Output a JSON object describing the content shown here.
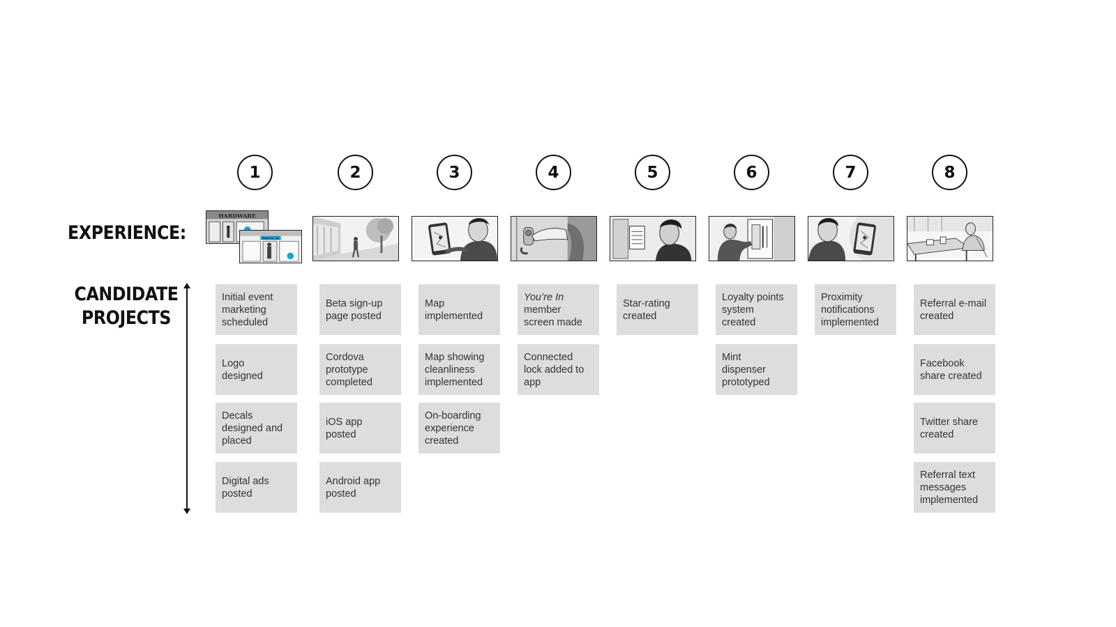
{
  "labels": {
    "experience": "EXPERIENCE:",
    "candidate_line1": "CANDIDATE",
    "candidate_line2": "PROJECTS"
  },
  "colors": {
    "card_bg": "#dcdddf",
    "accent_blue": "#1aa3dd",
    "ink": "#111111"
  },
  "steps": [
    {
      "number": "1",
      "scene": "storefront-hardware-icon",
      "sign_text": "HARDWARE",
      "sign_text_2": "You're In",
      "cards": [
        {
          "lines": [
            "Initial event",
            "marketing",
            "scheduled"
          ]
        },
        {
          "lines": [
            "Logo",
            "designed"
          ]
        },
        {
          "lines": [
            "Decals",
            "designed and",
            "placed"
          ]
        },
        {
          "lines": [
            "Digital ads",
            "posted"
          ]
        }
      ]
    },
    {
      "number": "2",
      "scene": "street-walk-icon",
      "cards": [
        {
          "lines": [
            "Beta sign-up",
            "page posted"
          ]
        },
        {
          "lines": [
            "Cordova",
            "prototype",
            "completed"
          ]
        },
        {
          "lines": [
            "iOS app",
            "posted"
          ]
        },
        {
          "lines": [
            "Android app",
            "posted"
          ]
        }
      ]
    },
    {
      "number": "3",
      "scene": "man-with-phone-map-icon",
      "cards": [
        {
          "lines": [
            "Map",
            "implemented"
          ]
        },
        {
          "lines": [
            "Map showing",
            "cleanliness",
            "implemented"
          ]
        },
        {
          "lines": [
            "On-boarding",
            "experience",
            "created"
          ]
        }
      ]
    },
    {
      "number": "4",
      "scene": "door-lock-hand-icon",
      "cards": [
        {
          "italic": "You’re In",
          "lines": [
            "member",
            "screen made"
          ]
        },
        {
          "lines": [
            "Connected",
            "lock added to",
            "app"
          ]
        }
      ]
    },
    {
      "number": "5",
      "scene": "man-rating-sign-icon",
      "cards": [
        {
          "lines": [
            "Star-rating",
            "created"
          ]
        }
      ]
    },
    {
      "number": "6",
      "scene": "man-at-dispenser-icon",
      "cards": [
        {
          "lines": [
            "Loyalty points",
            "system",
            "created"
          ]
        },
        {
          "lines": [
            "Mint",
            "dispenser",
            "prototyped"
          ]
        }
      ]
    },
    {
      "number": "7",
      "scene": "man-with-phone-notification-icon",
      "cards": [
        {
          "lines": [
            "Proximity",
            "notifications",
            "implemented"
          ]
        }
      ]
    },
    {
      "number": "8",
      "scene": "cafe-table-icon",
      "cards": [
        {
          "lines": [
            "Referral e-mail",
            "created"
          ]
        },
        {
          "lines": [
            "Facebook",
            "share created"
          ]
        },
        {
          "lines": [
            "Twitter share",
            "created"
          ]
        },
        {
          "lines": [
            "Referral text",
            "messages",
            "implemented"
          ]
        }
      ]
    }
  ]
}
